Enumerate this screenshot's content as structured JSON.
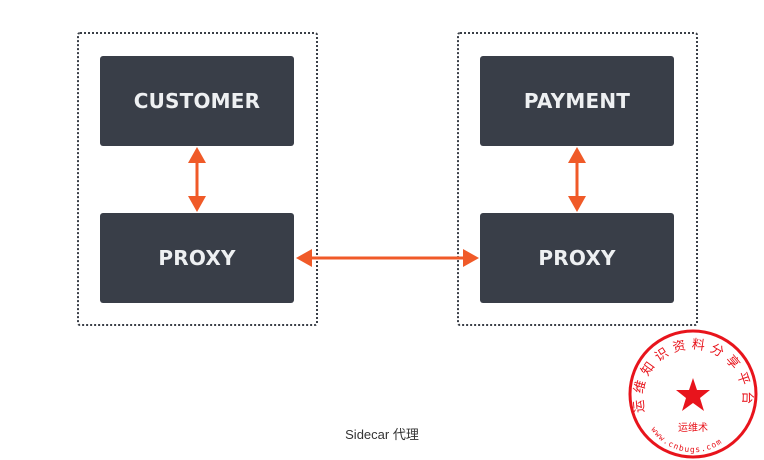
{
  "diagram": {
    "left_group": {
      "service_label": "CUSTOMER",
      "proxy_label": "PROXY"
    },
    "right_group": {
      "service_label": "PAYMENT",
      "proxy_label": "PROXY"
    },
    "caption": "Sidecar 代理"
  },
  "colors": {
    "node_bg": "#393e48",
    "node_text": "#eef0f2",
    "arrow": "#f05a28",
    "border": "#3a3f47",
    "stamp": "#e8141c"
  },
  "watermark": {
    "ring_text": "运维知识资料分享平台",
    "center_text": "运维术",
    "url_text": "www.cnbugs.com"
  }
}
